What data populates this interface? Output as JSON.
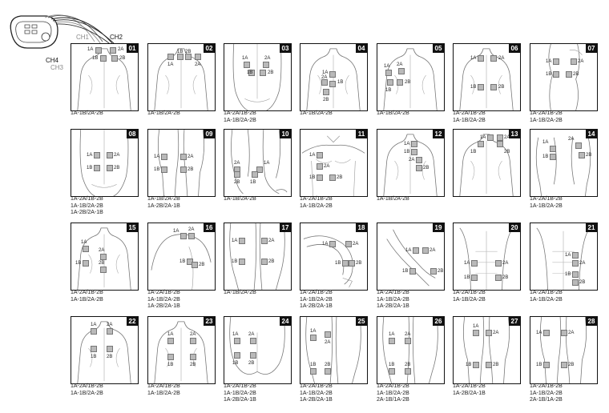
{
  "device": {
    "channels": [
      {
        "label": "CH1",
        "color": "#8a8a8a"
      },
      {
        "label": "CH2",
        "color": "#111111"
      },
      {
        "label": "CH4",
        "color": "#111111"
      },
      {
        "label": "CH3",
        "color": "#8a8a8a"
      }
    ]
  },
  "placements": [
    {
      "num": "01",
      "body": "back",
      "pads": [
        {
          "t": "1A",
          "d": "1"
        },
        {
          "t": "2A",
          "d": "2"
        },
        {
          "t": "1B",
          "d": "3"
        },
        {
          "t": "2B",
          "d": "4"
        }
      ],
      "caption": [
        "1A-1B/2A-2B"
      ]
    },
    {
      "num": "02",
      "body": "back",
      "pads": [
        {
          "t": "1A"
        },
        {
          "t": "1B"
        },
        {
          "t": "2B"
        },
        {
          "t": "2A"
        }
      ],
      "caption": [
        "1A-1B/2A-2B"
      ]
    },
    {
      "num": "03",
      "body": "lowback",
      "pads": [
        {
          "t": "1A"
        },
        {
          "t": "2A"
        },
        {
          "t": "1B"
        },
        {
          "t": "2B"
        }
      ],
      "caption": [
        "1A-2A/1B-2B",
        "1A-1B/2A-2B"
      ]
    },
    {
      "num": "04",
      "body": "back",
      "pads": [
        {
          "t": "1A"
        },
        {
          "t": "2A"
        },
        {
          "t": "1B"
        },
        {
          "t": "2B"
        }
      ],
      "caption": [
        "1A-1B/2A-2B"
      ]
    },
    {
      "num": "05",
      "body": "back",
      "pads": [
        {
          "t": "1A"
        },
        {
          "t": "2A"
        },
        {
          "t": "1B"
        },
        {
          "t": "2B"
        }
      ],
      "caption": [
        "1A-1B/2A-2B"
      ]
    },
    {
      "num": "06",
      "body": "back",
      "pads": [
        {
          "t": "1A"
        },
        {
          "t": "2A"
        },
        {
          "t": "1B"
        },
        {
          "t": "2B"
        }
      ],
      "caption": [
        "1A-2A/1B-2B",
        "1A-1B/2A-2B"
      ]
    },
    {
      "num": "07",
      "body": "side",
      "pads": [
        {
          "t": "1A"
        },
        {
          "t": "2A"
        },
        {
          "t": "1B"
        },
        {
          "t": "2B"
        }
      ],
      "caption": [
        "1A-2A/1B-2B",
        "1A-1B/2A-2B"
      ]
    },
    {
      "num": "08",
      "body": "lowback",
      "pads": [
        {
          "t": "1A"
        },
        {
          "t": "2A"
        },
        {
          "t": "1B"
        },
        {
          "t": "2B"
        }
      ],
      "caption": [
        "1A-2A/1B-2B",
        "1A-1B/2A-2B",
        "1A-2B/2A-1B"
      ]
    },
    {
      "num": "09",
      "body": "legs",
      "pads": [
        {
          "t": "1A"
        },
        {
          "t": "2A"
        },
        {
          "t": "1B"
        },
        {
          "t": "2B"
        }
      ],
      "caption": [
        "1A-1B/2A-2B",
        "1A-2B/2A-1B"
      ]
    },
    {
      "num": "10",
      "body": "calves",
      "pads": [
        {
          "t": "2A"
        },
        {
          "t": "1A"
        },
        {
          "t": "2B"
        },
        {
          "t": "1B"
        }
      ],
      "caption": [
        "1A-1B/2A-2B"
      ]
    },
    {
      "num": "11",
      "body": "chest",
      "pads": [
        {
          "t": "1A"
        },
        {
          "t": "2A"
        },
        {
          "t": "1B"
        },
        {
          "t": "2B"
        }
      ],
      "caption": [
        "1A-2A/1B-2B",
        "1A-1B/2A-2B"
      ]
    },
    {
      "num": "12",
      "body": "back",
      "pads": [
        {
          "t": "1A"
        },
        {
          "t": "1B"
        },
        {
          "t": "2A"
        },
        {
          "t": "2B"
        }
      ],
      "caption": [
        "1A-1B/2A-2B"
      ]
    },
    {
      "num": "13",
      "body": "back",
      "pads": [
        {
          "t": "1A"
        },
        {
          "t": "2A"
        },
        {
          "t": "1B"
        },
        {
          "t": "2B"
        }
      ],
      "caption": []
    },
    {
      "num": "14",
      "body": "arms",
      "pads": [
        {
          "t": "1A"
        },
        {
          "t": "2A"
        },
        {
          "t": "1B"
        },
        {
          "t": "2B"
        }
      ],
      "caption": [
        "1A-2A/1B-2B",
        "1A-1B/2A-2B"
      ]
    },
    {
      "num": "15",
      "body": "back",
      "pads": [
        {
          "t": "1A"
        },
        {
          "t": "2A"
        },
        {
          "t": "1B"
        },
        {
          "t": "2B"
        }
      ],
      "caption": [
        "1A-2A/1B-2B",
        "1A-1B/2A-2B"
      ]
    },
    {
      "num": "16",
      "body": "shoulder",
      "pads": [
        {
          "t": "1A"
        },
        {
          "t": "2A"
        },
        {
          "t": "1B"
        },
        {
          "t": "2B"
        }
      ],
      "caption": [
        "1A-2A/1B-2B",
        "1A-1B/2A-2B",
        "1A-2B/2A-1B"
      ]
    },
    {
      "num": "17",
      "body": "thighs",
      "pads": [
        {
          "t": "1A"
        },
        {
          "t": "2A"
        },
        {
          "t": "1B"
        },
        {
          "t": "2B"
        }
      ],
      "caption": [
        "1A-1B/2A-2B"
      ]
    },
    {
      "num": "18",
      "body": "arm",
      "pads": [
        {
          "t": "1A"
        },
        {
          "t": "2A"
        },
        {
          "t": "1B"
        },
        {
          "t": "2B"
        }
      ],
      "caption": [
        "1A-2A/1B-2B",
        "1A-1B/2A-2B",
        "1A-2B/2A-1B"
      ]
    },
    {
      "num": "19",
      "body": "arm2",
      "pads": [
        {
          "t": "1A"
        },
        {
          "t": "2A"
        },
        {
          "t": "1B"
        },
        {
          "t": "2B"
        }
      ],
      "caption": [
        "1A-2A/1B-2B",
        "1A-1B/2A-2B",
        "1A-2B/2A-1B"
      ]
    },
    {
      "num": "20",
      "body": "abs",
      "pads": [
        {
          "t": "1A"
        },
        {
          "t": "2A"
        },
        {
          "t": "1B"
        },
        {
          "t": "2B"
        }
      ],
      "caption": [
        "1A-2A/1B-2B",
        "1A-1B/2A-2B"
      ]
    },
    {
      "num": "21",
      "body": "abs",
      "pads": [
        {
          "t": "1A"
        },
        {
          "t": "2A"
        },
        {
          "t": "1B"
        },
        {
          "t": "2B"
        }
      ],
      "caption": [
        "1A-2A/1B-2B",
        "1A-1B/2A-2B"
      ]
    },
    {
      "num": "22",
      "body": "back",
      "pads": [
        {
          "t": "1A"
        },
        {
          "t": "2A"
        },
        {
          "t": "1B"
        },
        {
          "t": "2B"
        }
      ],
      "caption": [
        "1A-2A/1B-2B",
        "1A-1B/2A-2B"
      ]
    },
    {
      "num": "23",
      "body": "back",
      "pads": [
        {
          "t": "1A"
        },
        {
          "t": "2A"
        },
        {
          "t": "1B"
        },
        {
          "t": "2B"
        }
      ],
      "caption": [
        "1A-2A/1B-2B",
        "1A-1B/2A-2B"
      ]
    },
    {
      "num": "24",
      "body": "buttocks",
      "pads": [
        {
          "t": "1A"
        },
        {
          "t": "2A"
        },
        {
          "t": "1B"
        },
        {
          "t": "2B"
        }
      ],
      "caption": [
        "1A-2A/1B-2B",
        "1A-1B/2A-2B",
        "1A-2B/2A-1B"
      ]
    },
    {
      "num": "25",
      "body": "thighs",
      "pads": [
        {
          "t": "1A"
        },
        {
          "t": "2A"
        },
        {
          "t": "1B"
        },
        {
          "t": "2B"
        }
      ],
      "caption": [
        "1A-2A/1B-2B",
        "1A-1B/2A-2B",
        "1A-2B/2A-1B"
      ]
    },
    {
      "num": "26",
      "body": "thighs",
      "pads": [
        {
          "t": "1A"
        },
        {
          "t": "2A"
        },
        {
          "t": "1B"
        },
        {
          "t": "2B"
        }
      ],
      "caption": [
        "1A-2A/1B-2B",
        "1A-1B/2A-2B",
        "2A-1B/1A-2B"
      ]
    },
    {
      "num": "27",
      "body": "legs",
      "pads": [
        {
          "t": "1A"
        },
        {
          "t": "2A"
        },
        {
          "t": "1B"
        },
        {
          "t": "2B"
        }
      ],
      "caption": [
        "1A-2A/1B-2B",
        "1A-2B/2A-1B"
      ]
    },
    {
      "num": "28",
      "body": "legs",
      "pads": [
        {
          "t": "1A"
        },
        {
          "t": "2A"
        },
        {
          "t": "1B"
        },
        {
          "t": "2B"
        }
      ],
      "caption": [
        "1A-2A/1B-2B",
        "1A-1B/2A-2B",
        "2A-1B/1A-2B"
      ]
    }
  ]
}
